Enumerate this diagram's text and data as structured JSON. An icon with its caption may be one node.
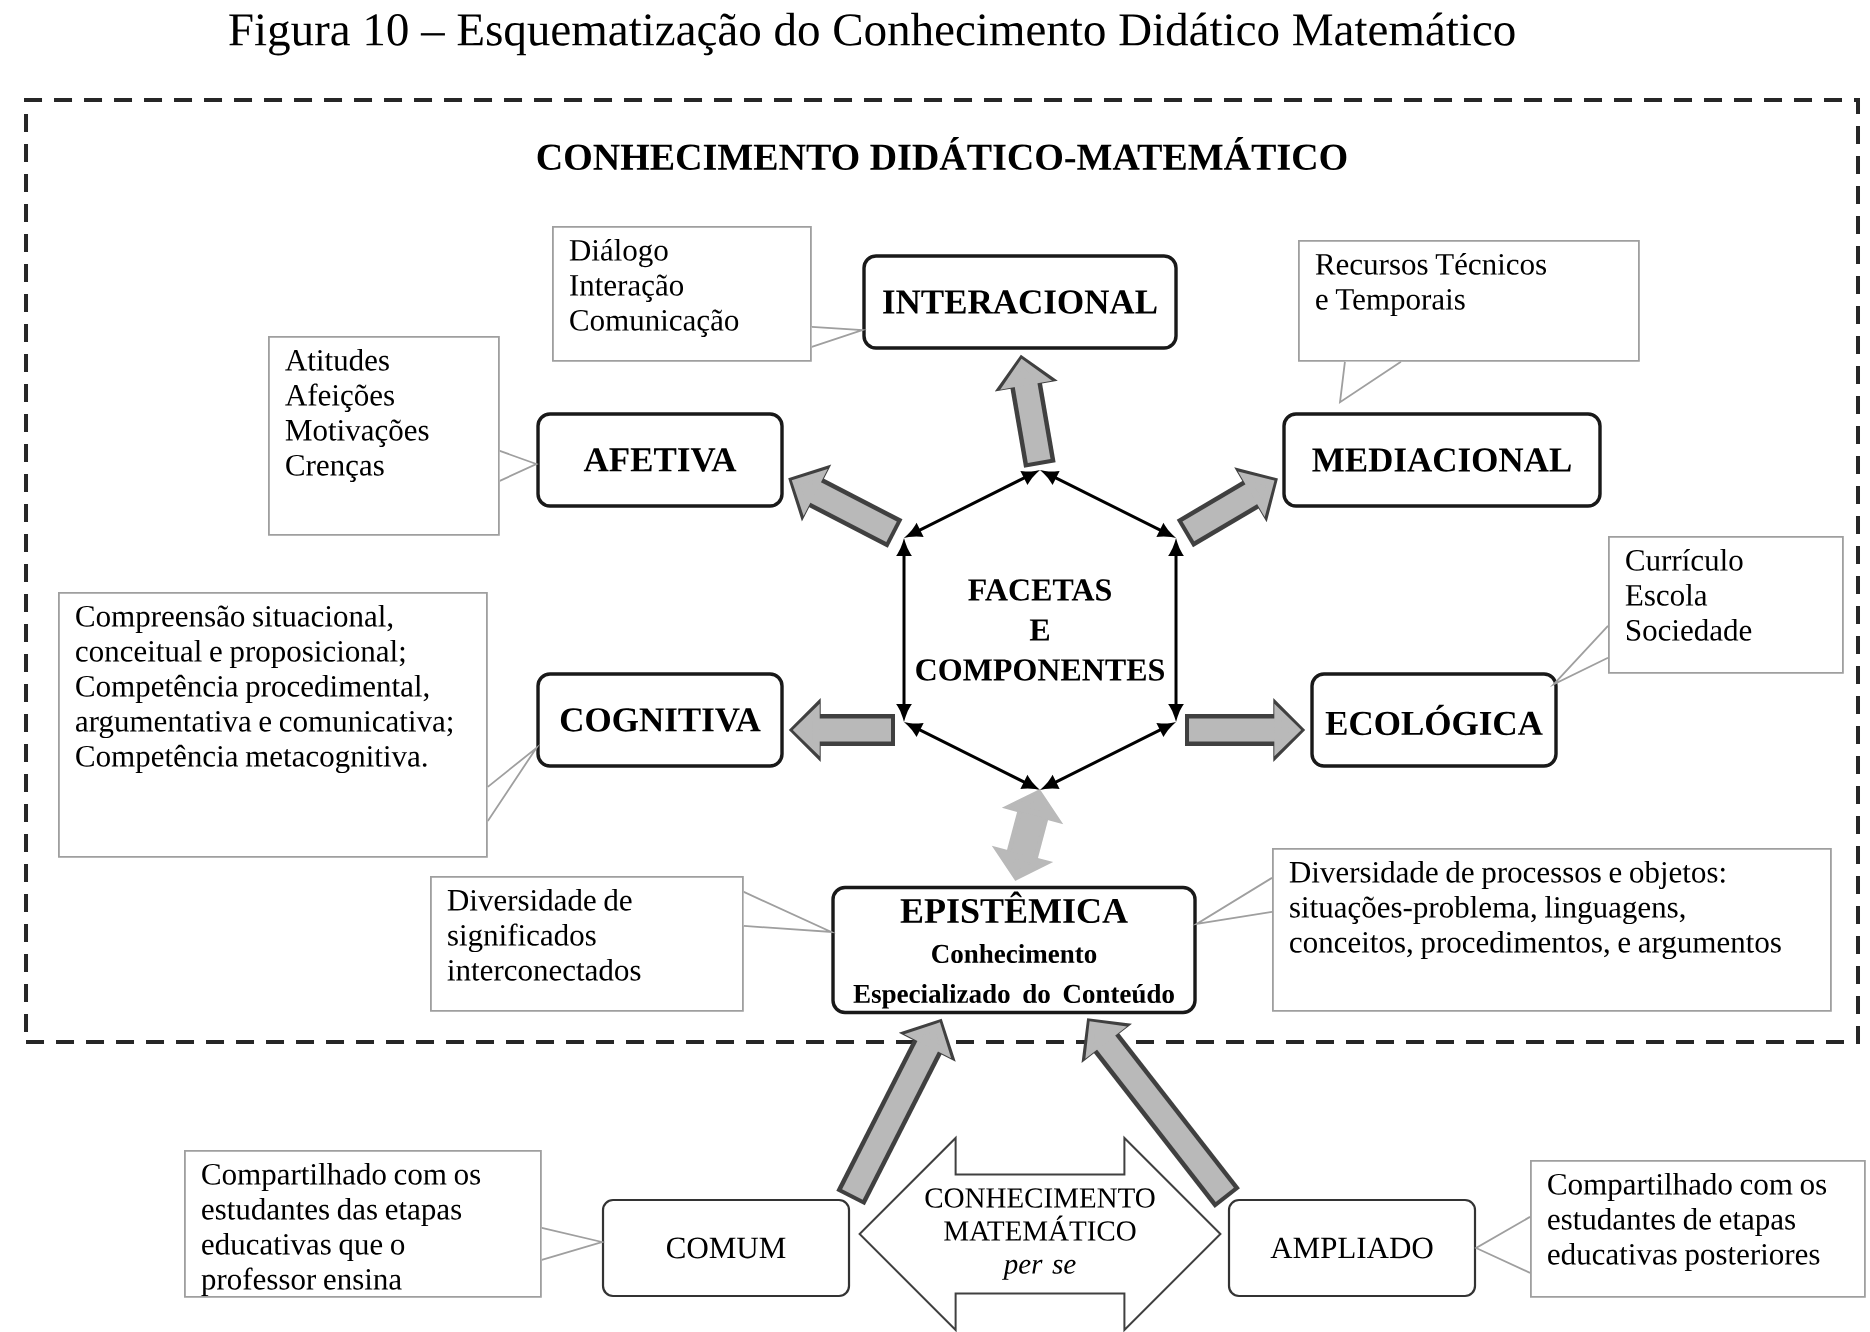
{
  "diagram": {
    "title": "Figura 10 – Esquematização do Conhecimento Didático Matemático",
    "nodes": [
      {
        "text": [
          "CONHECIMENTO DIDÁTICO-MATEMÁTICO"
        ]
      },
      {
        "text": [
          "INTERACIONAL"
        ],
        "in": 0
      },
      {
        "text": [
          "Diálogo Interação Comunicação"
        ],
        "in": 0
      },
      {
        "text": [
          "AFETIVA"
        ],
        "in": 0
      },
      {
        "text": [
          "Atitudes Afeições Motivações Crenças"
        ],
        "in": 0
      },
      {
        "text": [
          "MEDIACIONAL"
        ],
        "in": 0
      },
      {
        "text": [
          "Recursos Técnicos e Temporais"
        ],
        "in": 0
      },
      {
        "text": [
          "FACETAS E COMPONENTES"
        ],
        "in": 0
      },
      {
        "text": [
          "COGNITIVA"
        ],
        "in": 0
      },
      {
        "text": [
          "Compreensão situacional, conceitual e proposicional; Competência procedimental, argumentativa e comunicativa; Competência metacognitiva."
        ],
        "in": 0
      },
      {
        "text": [
          "ECOLÓGICA"
        ],
        "in": 0
      },
      {
        "text": [
          "Currículo Escola Sociedade"
        ],
        "in": 0
      },
      {
        "text": [
          "EPISTÊMICA",
          "Conhecimento Especializado do Conteúdo"
        ],
        "in": 0
      },
      {
        "text": [
          "Diversidade de significados interconectados"
        ],
        "in": 0
      },
      {
        "text": [
          "Diversidade de processos e objetos: situações-problema, linguagens, conceitos, procedimentos, e argumentos"
        ],
        "in": 0
      },
      {
        "text": [
          "COMUM"
        ]
      },
      {
        "text": [
          "Compartilhado com os estudantes das etapas educativas que o professor ensina"
        ]
      },
      {
        "text": [
          "CONHECIMENTO MATEMÁTICO *per se*"
        ]
      },
      {
        "text": [
          "AMPLIADO"
        ]
      },
      {
        "text": [
          "Compartilhado com os estudantes de etapas educativas posteriores"
        ]
      }
    ],
    "edges": [
      {
        "from": 7,
        "to": 1,
        "arrow": "to",
        "style": "thick",
        "color": "#404040"
      },
      {
        "from": 7,
        "to": 3,
        "arrow": "to",
        "style": "thick",
        "color": "#404040"
      },
      {
        "from": 7,
        "to": 5,
        "arrow": "to",
        "style": "thick",
        "color": "#404040"
      },
      {
        "from": 7,
        "to": 8,
        "arrow": "to",
        "style": "thick",
        "color": "#404040"
      },
      {
        "from": 7,
        "to": 10,
        "arrow": "to",
        "style": "thick",
        "color": "#404040"
      },
      {
        "from": 7,
        "to": 12,
        "arrow": "both",
        "style": "thick",
        "color": "#b9b9b9"
      },
      {
        "from": 15,
        "to": 12,
        "arrow": "to",
        "style": "thick",
        "color": "#404040"
      },
      {
        "from": 18,
        "to": 12,
        "arrow": "to",
        "style": "thick",
        "color": "#404040"
      },
      {
        "from": 2,
        "to": 1,
        "arrow": "to"
      },
      {
        "from": 4,
        "to": 3,
        "arrow": "to"
      },
      {
        "from": 6,
        "to": 5,
        "arrow": "to"
      },
      {
        "from": 9,
        "to": 8,
        "arrow": "to"
      },
      {
        "from": 11,
        "to": 10,
        "arrow": "to"
      },
      {
        "from": 13,
        "to": 12,
        "arrow": "to"
      },
      {
        "from": 14,
        "to": 12,
        "arrow": "to"
      },
      {
        "from": 16,
        "to": 15,
        "arrow": "to"
      },
      {
        "from": 19,
        "to": 18,
        "arrow": "to"
      }
    ]
  }
}
